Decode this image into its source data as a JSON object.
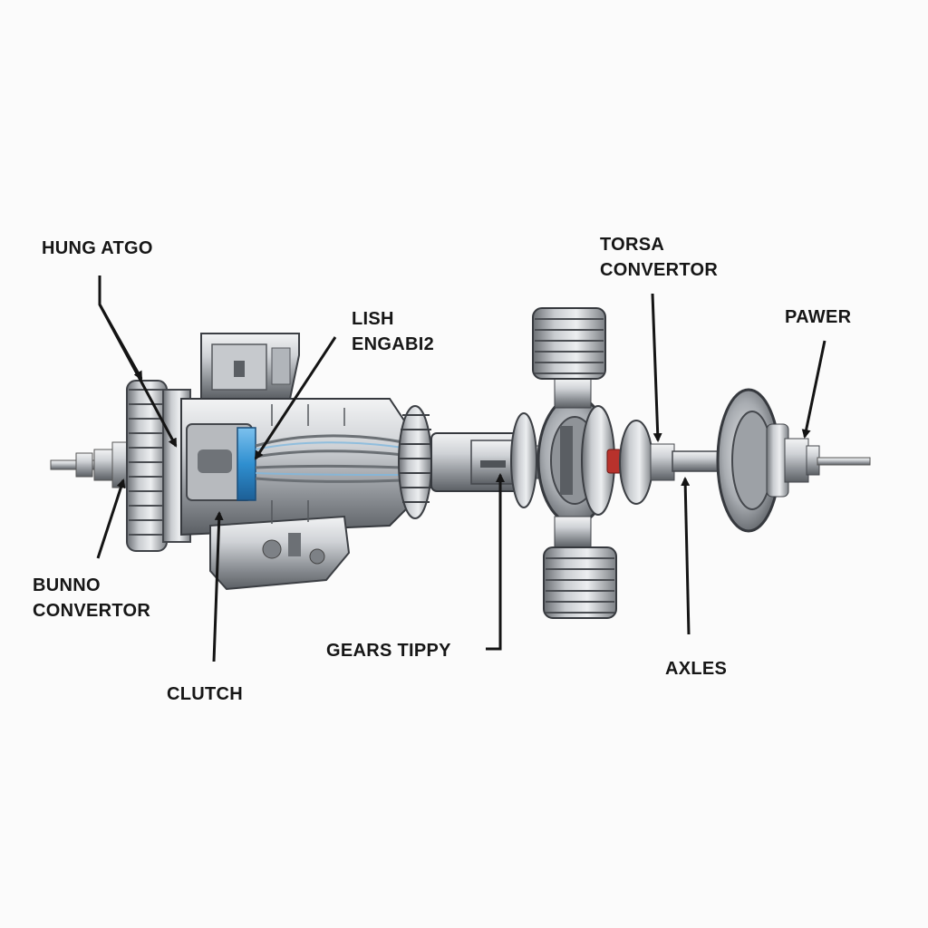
{
  "labels": {
    "hung_atgo": "HUNG ATGO",
    "lish_line1": "LISH",
    "lish_line2": "ENGABI2",
    "torsa_line1": "TORSA",
    "torsa_line2": "CONVERTOR",
    "pawer": "PAWER",
    "bunno_line1": "BUNNO",
    "bunno_line2": "CONVERTOR",
    "gears_tippy": "GEARS TIPPY",
    "clutch": "CLUTCH",
    "axles": "AXLES"
  },
  "colors": {
    "background": "#fbfbfb",
    "metal_light": "#d9dbde",
    "metal_mid": "#a9adb2",
    "metal_dark": "#4a4d52",
    "accent_blue": "#2f8fd0",
    "accent_red": "#b8322c",
    "label_text": "#161616"
  },
  "icons": [
    "arrow-pointer-icon"
  ]
}
